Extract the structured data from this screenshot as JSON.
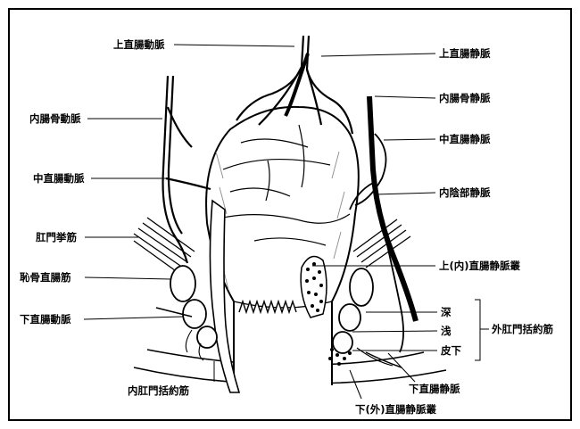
{
  "colors": {
    "ink": "#000000",
    "paper": "#ffffff",
    "shade": "#8a8a8a"
  },
  "diagram": {
    "labels_left": {
      "superior_rectal_artery": "上直腸動脈",
      "internal_iliac_artery": "内腸骨動脈",
      "middle_rectal_artery": "中直腸動脈",
      "anococcygeal_ligament": "肛門挙筋",
      "puborectalis": "恥骨直腸筋",
      "inferior_rectal_artery": "下直腸動脈"
    },
    "labels_right": {
      "superior_rectal_vein": "上直腸静脈",
      "internal_iliac_vein": "内腸骨静脈",
      "middle_rectal_vein": "中直腸静脈",
      "internal_pudendal_vein": "内陰部静脈",
      "superior_internal_rectal_plexus": "上(内)直腸静脈叢",
      "deep": "深",
      "superficial": "浅",
      "subcutaneous": "皮下",
      "external_sphincter": "外肛門括約筋",
      "inferior_rectal_vein": "下直腸静脈"
    },
    "labels_bottom": {
      "internal_sphincter": "内肛門括約筋",
      "inferior_external_rectal_plexus": "下(外)直腸静脈叢"
    }
  }
}
